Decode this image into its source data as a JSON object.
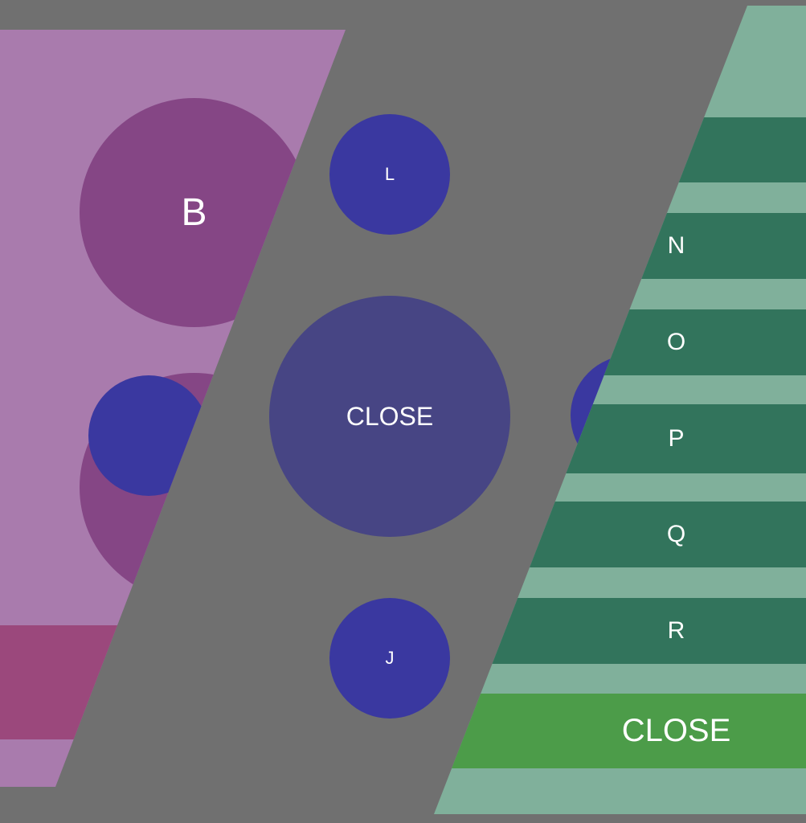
{
  "left_panel": {
    "button_b_label": "B"
  },
  "center": {
    "top_button_label": "L",
    "close_label": "CLOSE",
    "bottom_button_label": "J"
  },
  "right_panel": {
    "items": [
      "N",
      "O",
      "P",
      "Q",
      "R"
    ],
    "close_label": "CLOSE"
  },
  "colors": {
    "background": "#707070",
    "purple_panel": "#a97bad",
    "purple_button": "#854685",
    "magenta_bar": "#9b487c",
    "blue_button": "#3a38a0",
    "indigo_button": "#474584",
    "green_light": "#80b09b",
    "green_dark": "#32745c",
    "green_close": "#4c9c49"
  }
}
